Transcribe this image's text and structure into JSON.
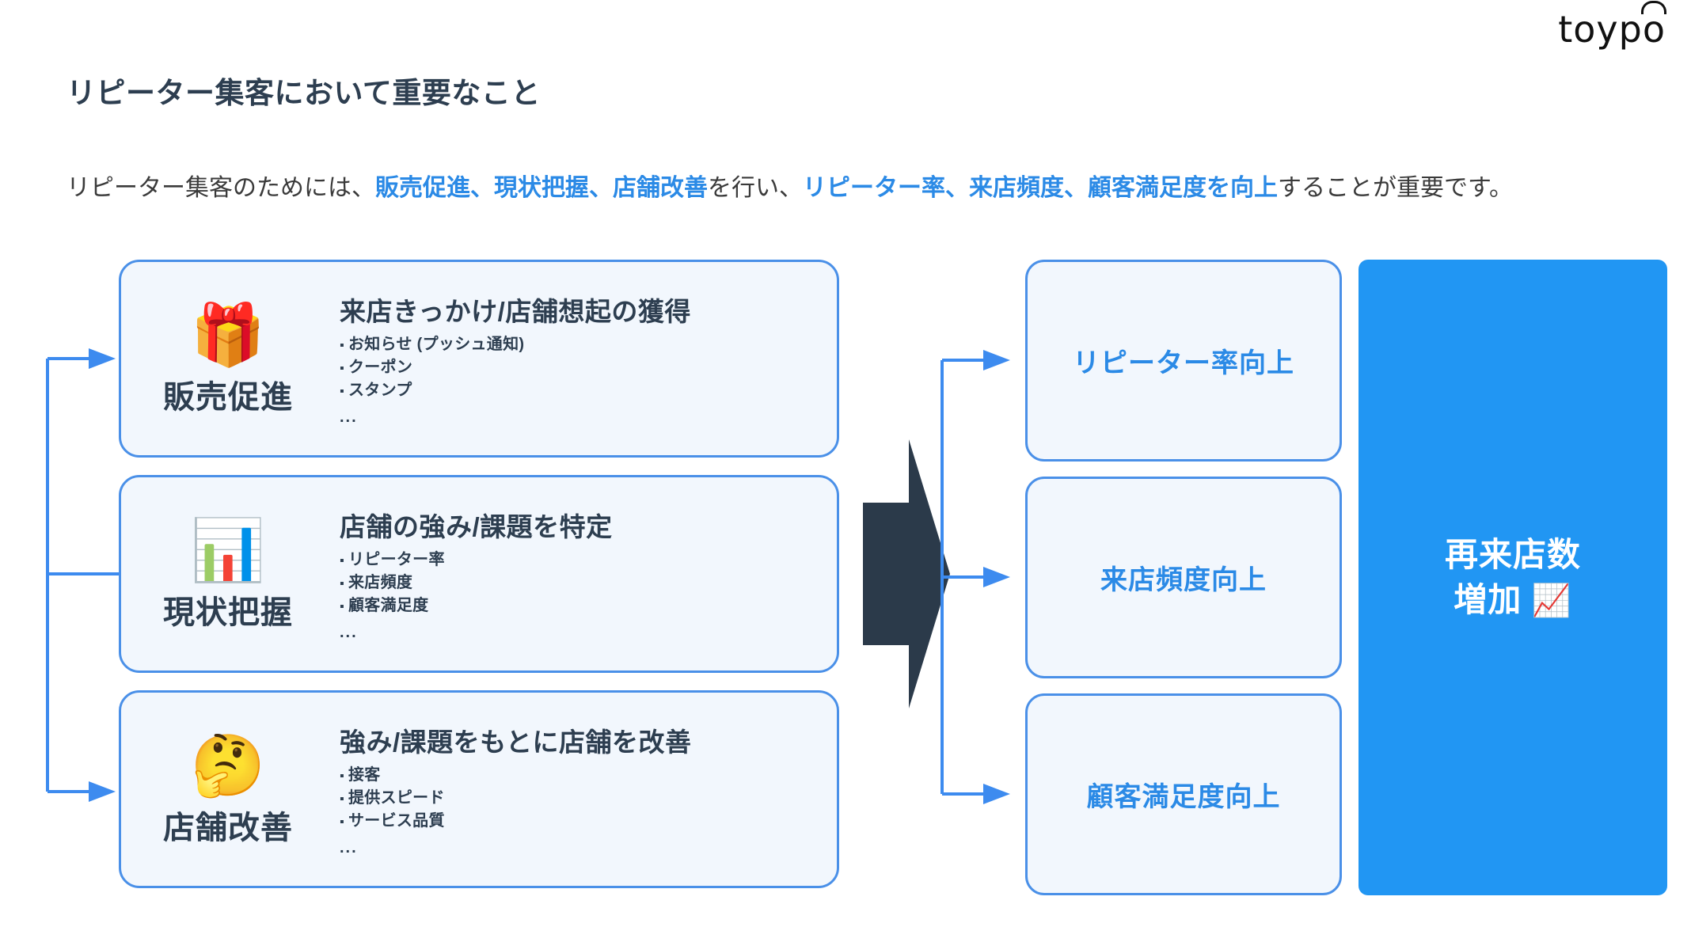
{
  "brand": {
    "logo_text_left": "toyp",
    "logo_text_right": "o",
    "logo_full": "toypo"
  },
  "header": {
    "title": "リピーター集客において重要なこと"
  },
  "lede": {
    "seg1": "リピーター集客のためには、",
    "hl1": "販売促進、現状把握、店舗改善",
    "seg2": "を行い、",
    "hl2": "リピーター率、来店頻度、顧客満足度を向上",
    "seg3": "することが重要です。"
  },
  "colors": {
    "accent_blue": "#2b8ae6",
    "border_blue": "#4a90e8",
    "panel_blue": "#2196f3",
    "card_fill": "#f2f7fd",
    "ink": "#2d3e50",
    "arrow": "#2b3a4a"
  },
  "actions": [
    {
      "icon": "gift-emoji",
      "glyph": "🎁",
      "category": "販売促進",
      "heading": "来店きっかけ/店舗想起の獲得",
      "bullets": [
        "お知らせ (プッシュ通知)",
        "クーポン",
        "スタンプ"
      ],
      "more": "..."
    },
    {
      "icon": "bar-chart-emoji",
      "glyph": "📊",
      "category": "現状把握",
      "heading": "店舗の強み/課題を特定",
      "bullets": [
        "リピーター率",
        "来店頻度",
        "顧客満足度"
      ],
      "more": "..."
    },
    {
      "icon": "thinking-face-emoji",
      "glyph": "🤔",
      "category": "店舗改善",
      "heading": "強み/課題をもとに店舗を改善",
      "bullets": [
        "接客",
        "提供スピード",
        "サービス品質"
      ],
      "more": "..."
    }
  ],
  "outcomes": [
    {
      "label": "リピーター率向上"
    },
    {
      "label": "来店頻度向上"
    },
    {
      "label": "顧客満足度向上"
    }
  ],
  "final": {
    "line1": "再来店数",
    "line2": "増加",
    "icon": "chart-increasing-emoji",
    "glyph": "📈"
  }
}
